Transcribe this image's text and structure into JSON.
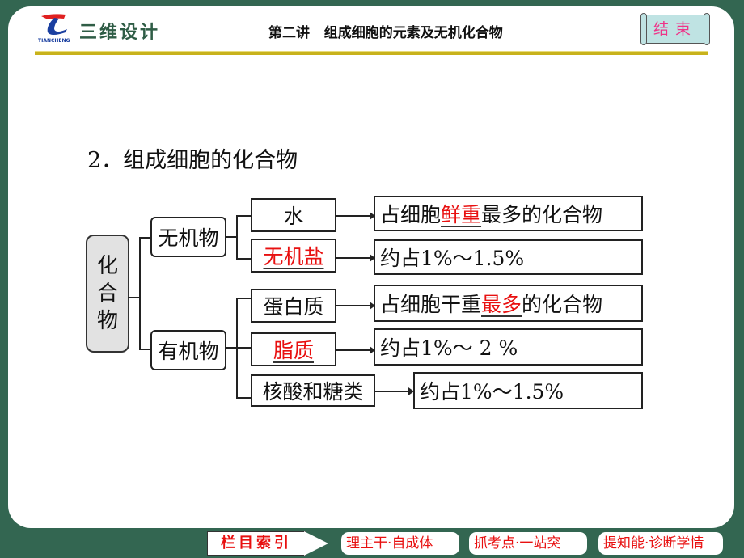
{
  "header": {
    "logo_text": "TIANCHENG",
    "brand": "三维设计",
    "lecture_title": "第二讲   组成细胞的元素及无机化合物",
    "end_button": "结束"
  },
  "section_title": "2．组成细胞的化合物",
  "diagram": {
    "root": [
      "化",
      "合",
      "物"
    ],
    "inorganic": {
      "label": "无机物",
      "items": [
        {
          "name": "水",
          "desc_pre": "占细胞",
          "desc_hl": "鲜重",
          "desc_post": "最多的化合物"
        },
        {
          "name": "无机盐",
          "desc": "约占1%～1.5%"
        }
      ]
    },
    "organic": {
      "label": "有机物",
      "items": [
        {
          "name": "蛋白质",
          "desc_pre": "占细胞干重",
          "desc_hl": "最多",
          "desc_post": "的化合物"
        },
        {
          "name": "脂质",
          "desc": "约占1%～ 2 %"
        },
        {
          "name": "核酸和糖类",
          "desc": "约占1%～1.5%"
        }
      ]
    }
  },
  "footer_nav": {
    "index_label": "栏目索引",
    "buttons": [
      "理主干·自成体",
      "抓考点·一站突",
      "提知能·诊断学情"
    ]
  },
  "colors": {
    "background": "#336651",
    "highlight_red": "#e81010",
    "rule_gold": "#c8b21c",
    "end_button_bg": "#bfe3e3",
    "end_button_text": "#ee3388"
  }
}
